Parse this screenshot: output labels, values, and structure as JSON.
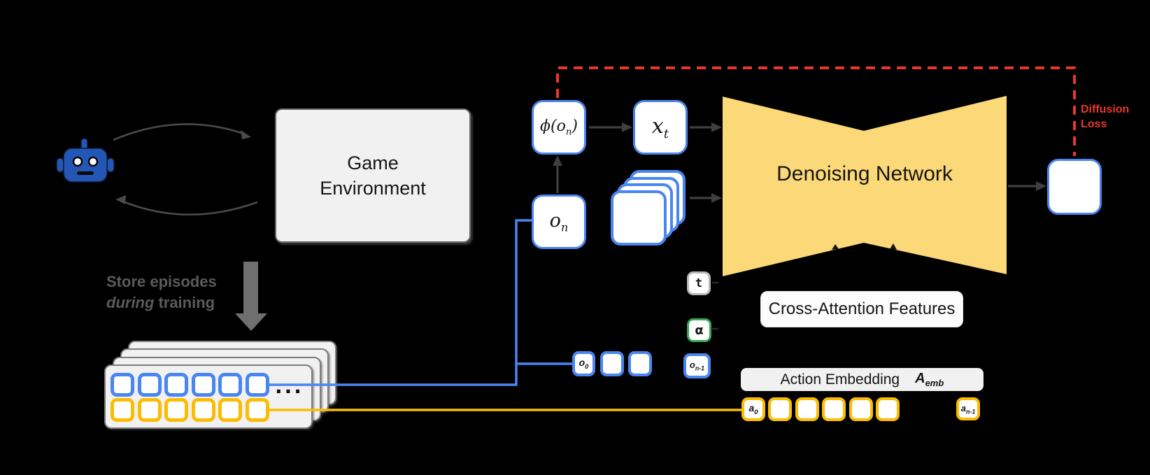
{
  "colors": {
    "background": "#000000",
    "blue": "#4a86f0",
    "robot_blue": "#2456b6",
    "yellow": "#fbbc04",
    "network_yellow": "#fbd878",
    "red": "#e8382a",
    "green": "#3aa757",
    "gray_fill": "#f1f1f1",
    "t_border": "#b8b8b8",
    "note_gray": "#5b5b5b",
    "arrow_gray": "#6f6f6f"
  },
  "environment_box": {
    "line1": "Game",
    "line2": "Environment"
  },
  "store_note": {
    "line1": "Store episodes",
    "italic": "during",
    "rest": "training"
  },
  "episode_stack": {
    "ellipsis": "...",
    "observation_count": 6,
    "action_count": 6
  },
  "nodes": {
    "phi": {
      "base": "ϕ(o",
      "sub": "n",
      "suffix": ")"
    },
    "xt": {
      "base": "x",
      "sub": "t"
    },
    "on": {
      "base": "o",
      "sub": "n"
    },
    "o0": {
      "base": "o",
      "sub": "0"
    },
    "on_minus_1": {
      "base": "o",
      "sub": "n-1"
    },
    "timestep": {
      "label": "t"
    },
    "alpha": {
      "label": "α"
    },
    "a0": {
      "base": "a",
      "sub": "0"
    },
    "an_minus_1": {
      "base": "a",
      "sub": "n-1"
    }
  },
  "rows": {
    "observation_empty_count": 2,
    "action_empty_count": 5
  },
  "denoising_network": {
    "label": "Denoising Network"
  },
  "cross_attention": {
    "label": "Cross-Attention Features"
  },
  "action_embedding": {
    "label": "Action Embedding",
    "symbol_base": "A",
    "symbol_sub": "emb"
  },
  "diffusion_loss": {
    "line1": "Diffusion",
    "line2": "Loss"
  }
}
